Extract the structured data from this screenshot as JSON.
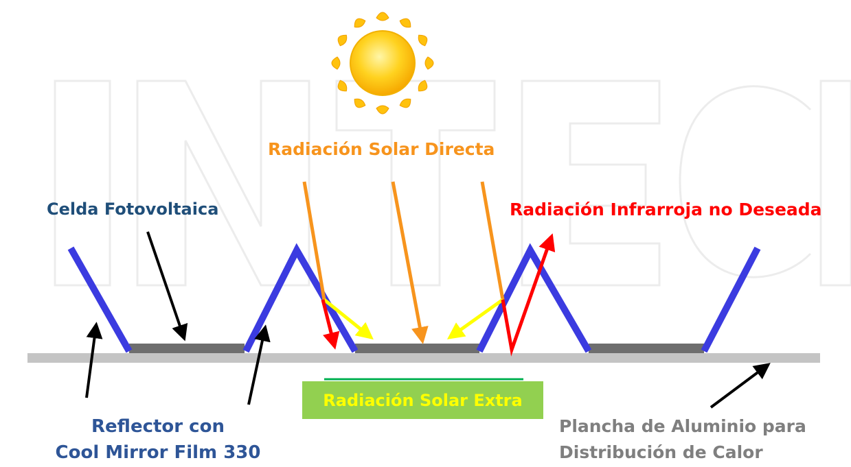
{
  "colors": {
    "reflector": "#3b3be0",
    "cell": "#6e6e6e",
    "plate": "#c4c4c4",
    "direct": "#f7941d",
    "reflected": "#ffff00",
    "infrared": "#ff0000",
    "pointer": "#000000",
    "extra_box": "#92d050",
    "label_blue": "#1f4e79",
    "label_blue2": "#2e5597",
    "label_gray": "#7f7f7f"
  },
  "labels": {
    "direct_radiation": "Radiación Solar Directa",
    "pv_cell": "Celda Fotovoltaica",
    "infrared": "Radiación Infrarroja no Deseada",
    "extra_radiation": "Radiación Solar Extra",
    "reflector_line1": "Reflector con",
    "reflector_line2": "Cool Mirror Film 330",
    "plate_line1": "Plancha de Aluminio para",
    "plate_line2": "Distribución de Calor"
  },
  "watermark": "INTECH",
  "icons": {
    "sun": "sun-icon"
  }
}
